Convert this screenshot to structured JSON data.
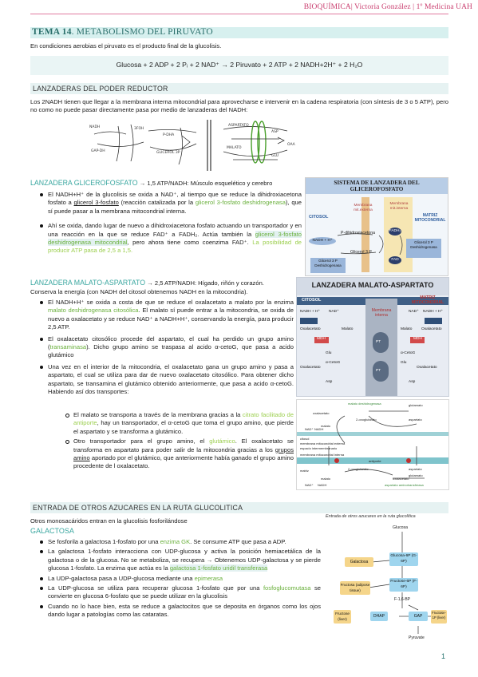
{
  "header": {
    "text": "BIOQUÍMICA| Victoria González | 1º Medicina UAH"
  },
  "title": {
    "prefix": "TEMA 14",
    "rest": ". METABOLISMO DEL PIRUVATO"
  },
  "intro": "En condiciones aerobias el piruvato es el producto final de la glucolisis.",
  "equation": "Glucosa + 2 ADP + 2 Pᵢ + 2 NAD⁺ → 2 Piruvato + 2 ATP + 2 NADH+2H⁺ + 2 H₂O",
  "sec1": {
    "title": "LANZADERAS DEL PODER REDUCTOR",
    "text": "Los 2NADH tienen que llegar a la membrana interna mitocondrial para aprovecharse e intervenir en la cadena respiratoria (con síntesis de 3 o 5 ATP), pero no como no puede pasar directamente pasa por medio de lanzaderas del NADH:"
  },
  "glicero": {
    "head": "LANZADERA GLICEROFOSFATO",
    "arrow": "→ 1,5 ATP/NADH: Músculo esquelético y cerebro",
    "b1": {
      "a": "El NADH+H⁺ de la glucolisis se oxida a NAD⁺, al tiempo que se reduce la dihidroxiacetona fosfato a ",
      "u": "glicerol 3-fosfato",
      "b": " (reacción catalizada por la ",
      "c": "glicerol 3-fosfato deshidrogenasa",
      "d": "), que sí puede pasar a la membrana mitocondrial interna."
    },
    "b2": {
      "a": "Ahí se oxida, dando lugar de nuevo a dihidroxiacetona fosfato actuando un transportador y en una reacción en la que se reduce FAD⁺ a FADH₂. Actúa también la ",
      "c": "glicerol 3-fosfato deshidrogenasa mitocondrial",
      "d": ", pero ahora tiene como coenzima FAD⁺. ",
      "e": "La posibilidad de producir ATP pasa de 2,5 a 1,5."
    }
  },
  "fig_glicero": {
    "title": "SISTEMA DE LANZADERA DEL GLICEROFOSFATO",
    "citosol": "CITOSOL",
    "m_ext": "Membrana mit.externa",
    "m_int": "Membrana mit.interna",
    "matriz": "MATRIZ MITOCONDRIAL",
    "dhap": "P-dihidroxiacetona",
    "g3p": "Glicerol 3 P",
    "nad": "NADH + H⁺",
    "fadh": "FADH₂",
    "fad": "FAD",
    "enz1": "Glicerol 3 P Deshidrogenasa",
    "enz2": "Glicerol 3 P Deshidrogenasa"
  },
  "malato": {
    "head": "LANZADERA MALATO-ASPARTATO",
    "arrow": "→ 2,5 ATP/NADH: Hígado, riñón y corazón.",
    "line2": "Conserva la energía (con NADH del citosol obtenemos NADH en la mitocondria).",
    "b1": {
      "a": "El NADH+H⁺ se oxida a costa de que se reduce el oxalacetato a malato por la enzima ",
      "c": "malato deshidrogenasa citosólica",
      "d": ". El malato sí puede entrar a la mitocondria, se oxida de nuevo a oxalacetato y se reduce NAD⁺ a NADH+H⁺, conservando la energía, para producir 2,5 ATP."
    },
    "b2": {
      "a": "El oxalacetato citosólico procede del aspartato, el cual ha perdido un grupo amino (",
      "c": "transaminasa",
      "d": "). Dicho grupo amino se traspasa al acido α-cetoG, que pasa a acido glutámico"
    },
    "b3": "Una vez en el interior de la mitocondria, el oxalacetato gana un grupo amino y pasa a aspartato, el cual se utiliza para dar de nuevo oxalacetato citosólico. Para obtener dicho aspartato, se transamina el glutámico obtenido anteriormente, que pasa a acido α-cetoG. Habiendo así dos transportes:",
    "o1": {
      "a": "El malato se transporta a través de la membrana gracias a la ",
      "c": "citrato facilitado de antiporte",
      "d": ", hay un transportador, el α-cetoG que toma el grupo amino, que pierde el aspartato y se transforma a glutámico."
    },
    "o2": {
      "a": "Otro transportador para el grupo amino, el ",
      "c": "glutámico",
      "d": ". El oxalacetato se transforma en aspartato para poder salir de la mitocondria gracias a los ",
      "u": "grupos amino",
      "e": " aportado por el glutámico, que anteriormente había ganado el grupo amino procedente de l oxalacetato."
    }
  },
  "fig_malato": {
    "title": "LANZADERA MALATO-ASPARTATO",
    "citosol": "CITOSOL",
    "memb": "Membrana interna",
    "matriz": "MATRIZ MITOCONDRIAL",
    "labels": [
      "NADH + H⁺",
      "NAD⁺",
      "NAD⁺",
      "NADH + H⁺",
      "Oxalacetato",
      "Malato",
      "Malato",
      "Oxalacetato",
      "MDH",
      "MDH",
      "Glu",
      "α-CetoG",
      "α-CetoG",
      "Glu",
      "Asp",
      "Asp",
      "PT",
      "PT",
      "Oxalacetato",
      "Oxalacetato"
    ]
  },
  "fig_malato2": {
    "labels": [
      "malato deshidrogenasa",
      "glutamato",
      "oxalacetato",
      "2-oxoglutarato",
      "aspartato",
      "malato",
      "NAD⁺",
      "NADH",
      "citosol",
      "membrana mitocondrial externa",
      "espacio intermembranario",
      "membrana mitocondrial interna",
      "antiporte",
      "matriz",
      "2-oxoglutarato",
      "aspartato",
      "glutamato",
      "malato",
      "oxalacetato",
      "NAD⁺",
      "NADH",
      "aspartato aminotransferasa"
    ]
  },
  "sec2": {
    "title": "ENTRADA DE OTROS AZUCARES EN LA RUTA GLUCOLITICA"
  },
  "otros": "Otros monosacáridos entran en la glucolisis fosforilándose",
  "galactosa": {
    "head": "GALACTOSA",
    "b1": {
      "a": "Se fosforila a galactosa 1-fosfato por una ",
      "c": "enzima GK",
      "d": ". Se consume ATP que pasa a ADP."
    },
    "b2": {
      "a": "La galactosa 1-fosfato interacciona con UDP-glucosa y activa la posición hemiacetálica de la galactosa o de la glucosa. No se metaboliza, se recupera → Obtenemos UDP-galactosa y se pierde glucosa 1-fosfato. La enzima que actúa es la ",
      "c": "galactosa 1-fosfato uridil transferasa"
    },
    "b3": {
      "a": "La UDP-galactosa pasa a UDP-glucosa mediante una ",
      "c": "epimerasa"
    },
    "b4": {
      "a": "La UDP-glucosa se utiliza para recuperar glucosa 1-fosfato que por una ",
      "c": "fosfoglucomutasa",
      "d": " se convierte en glucosa 6-fosfato que se puede utilizar en la glucolisis"
    },
    "b5": "Cuando no lo hace bien, esta se reduce a galactocitos que se deposita en órganos como los ojos dando lugar a patologías como las cataratas."
  },
  "fig_azucares": {
    "title": "Entrada de otros azucares en la ruta glucolítica",
    "nodes": [
      "Glucosa",
      "Galactosa",
      "Glucosa-6P (G-6P)",
      "Fructosa (adipose tissue)",
      "Fructose-6P (F-6P)",
      "F-1,6-BP",
      "Fructose (liver)",
      "DHAP",
      "GAP",
      "Fructose-1P (liver)",
      "Pyruvate"
    ]
  },
  "page_number": "1"
}
